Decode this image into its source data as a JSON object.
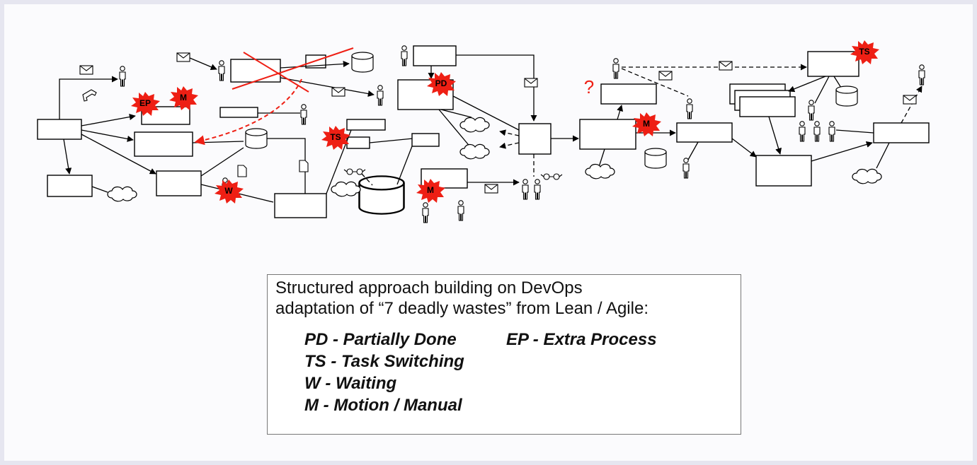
{
  "diagram": {
    "waste_markers": [
      {
        "code": "EP"
      },
      {
        "code": "M"
      },
      {
        "code": "PD"
      },
      {
        "code": "TS"
      },
      {
        "code": "W"
      },
      {
        "code": "M"
      },
      {
        "code": "M"
      },
      {
        "code": "TS"
      }
    ],
    "question_mark": "?",
    "colors": {
      "waste_burst": "#ee1f14",
      "crossed_out": "#ee1f14",
      "box_stroke": "#000000"
    },
    "icons": [
      "envelope-icon",
      "person-icon",
      "database-icon",
      "document-icon",
      "cloud-icon",
      "glasses-icon",
      "phone-icon"
    ]
  },
  "legend": {
    "intro_line1": "Structured approach building on DevOps",
    "intro_line2": "adaptation of “7 deadly wastes” from Lean / Agile:",
    "items_left": [
      "PD - Partially Done",
      "TS - Task Switching",
      "W - Waiting",
      "M - Motion / Manual"
    ],
    "items_right": [
      "EP - Extra Process"
    ]
  }
}
